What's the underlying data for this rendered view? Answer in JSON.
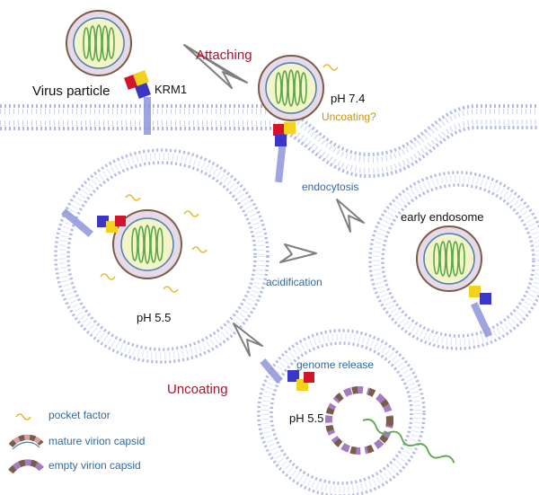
{
  "labels": {
    "virus_particle": "Virus particle",
    "krm1": "KRM1",
    "attaching": "Attaching",
    "ph_74": "pH 7.4",
    "uncoating_q": "Uncoating?",
    "endocytosis": "endocytosis",
    "early_endosome": "early endosome",
    "acidification": "acidification",
    "ph_55_a": "pH 5.5",
    "uncoating": "Uncoating",
    "genome_release": "genome release",
    "ph_55_b": "pH 5.5"
  },
  "legend": [
    {
      "label": "pocket factor",
      "icon": "pocket-factor-icon"
    },
    {
      "label": "mature virion capsid",
      "icon": "mature-capsid-icon"
    },
    {
      "label": "empty virion capsid",
      "icon": "empty-capsid-icon"
    }
  ],
  "colors": {
    "membrane": "#aeb8e6",
    "capsid_brown": "#7a5c48",
    "capsid_purple": "#a47cc0",
    "capsid_pink": "#d9a0a4",
    "genome_green": "#5aa84a",
    "virion_core": "#f3f4c8",
    "krm1_red": "#d4142a",
    "krm1_yellow": "#f2d21e",
    "krm1_blue": "#3a36c8",
    "pocket_factor": "#e8b820",
    "text_red": "#b0122b",
    "text_blue": "#2f6aa0",
    "text_gold": "#c8940c"
  }
}
